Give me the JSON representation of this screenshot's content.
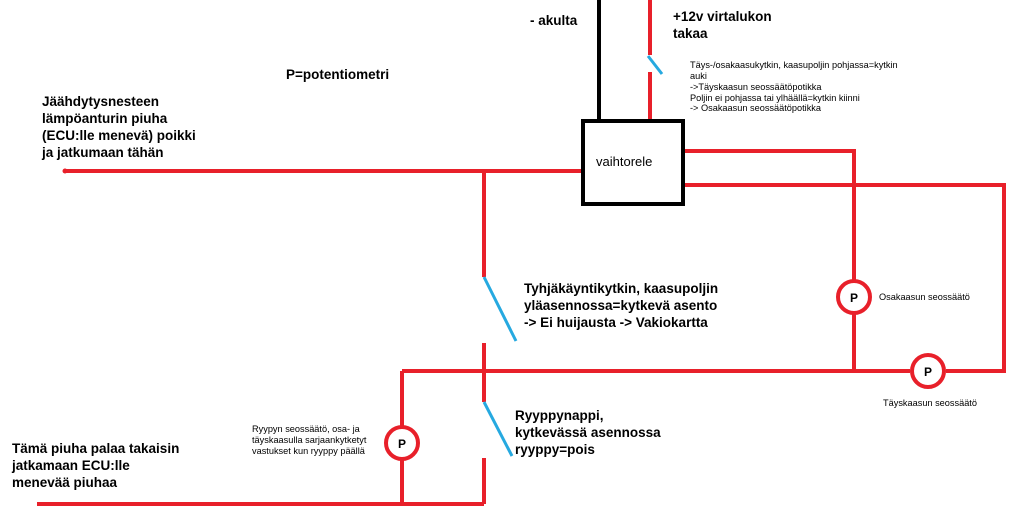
{
  "colors": {
    "wire": "#e8202a",
    "ground_wire": "#000000",
    "switch": "#26a9e0",
    "box_border": "#000000",
    "background": "#ffffff"
  },
  "labels": {
    "akulta": "- akulta",
    "virtalukko": [
      "+12v virtalukon",
      "takaa"
    ],
    "potentiometri": "P=potentiometri",
    "jaahdytys": [
      "Jäähdytysnesteen",
      "lämpöanturin piuha",
      "(ECU:lle menevä) poikki",
      "ja jatkumaan tähän"
    ],
    "taysosakaasu": [
      "Täys-/osakaasukytkin, kaasupoljin pohjassa=kytkin",
      "auki",
      "->Täyskaasun seossäätöpotikka",
      "Poljin ei pohjassa tai ylhäällä=kytkin kiinni",
      "-> Osakaasun seossäätöpotikka"
    ],
    "vaihtorele": "vaihtorele",
    "tyhjakaynti": [
      "Tyhjäkäyntikytkin, kaasupoljin",
      "yläasennossa=kytkevä asento",
      "-> Ei huijausta -> Vakiokartta"
    ],
    "osakaasun": "Osakaasun seossäätö",
    "tayskaasun": "Täyskaasun seossäätö",
    "ryyppy_seos": [
      "Ryypyn seossäätö, osa- ja",
      "täyskaasulla sarjaankytketyt",
      "vastukset kun ryyppy päällä"
    ],
    "ryyppynappi": [
      "Ryyppynappi,",
      "kytkevässä asennossa",
      "ryyppy=pois"
    ],
    "palaa": [
      "Tämä piuha palaa takaisin",
      "jatkamaan ECU:lle",
      "menevää piuhaa"
    ],
    "pot_symbol": "P"
  }
}
